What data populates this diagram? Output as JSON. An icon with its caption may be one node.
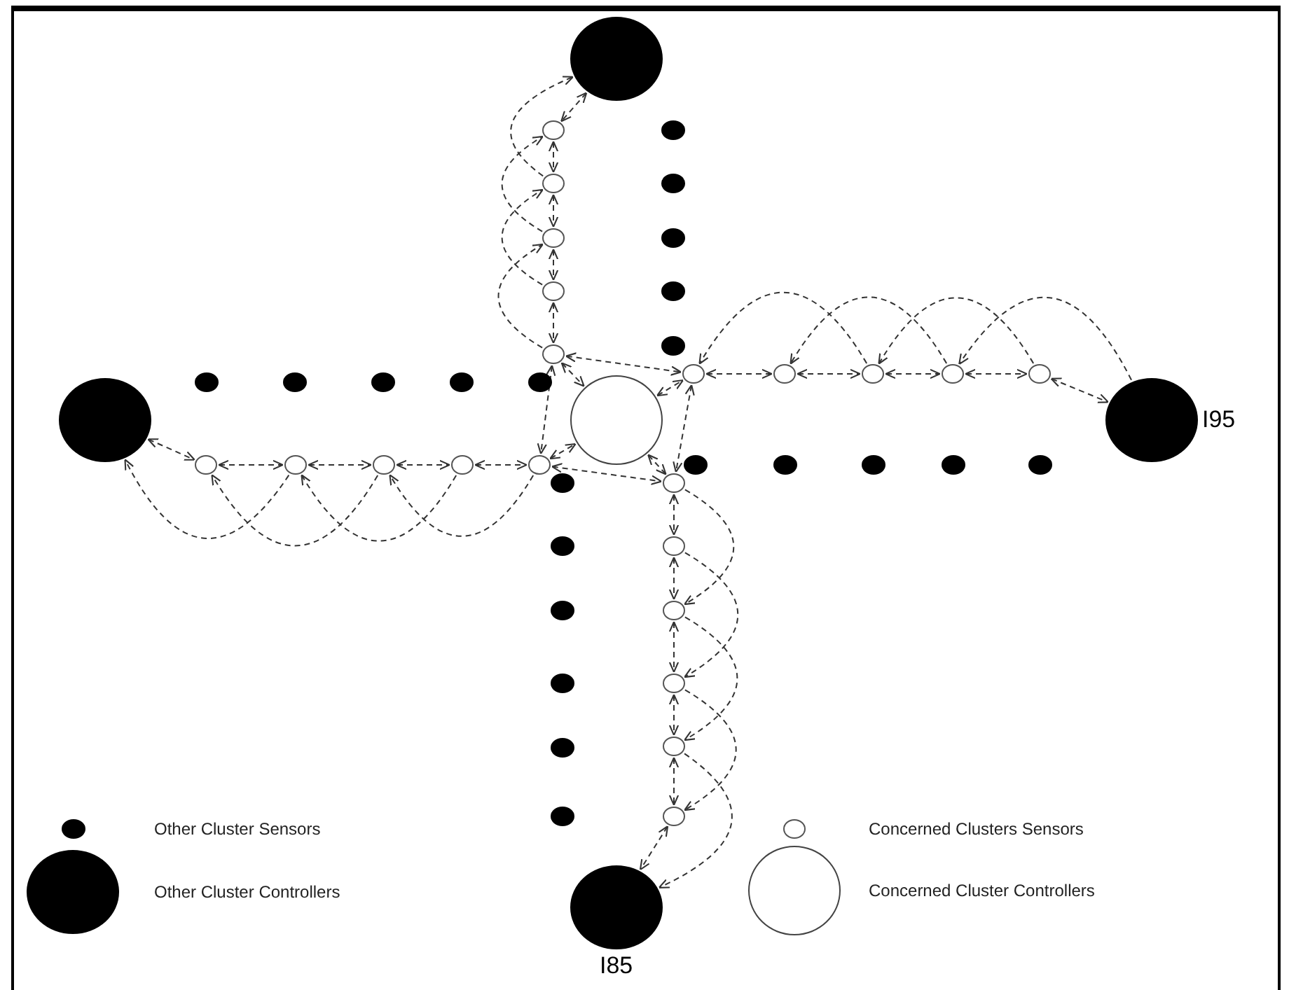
{
  "diagram": {
    "nodes": [
      {
        "text": [],
        "shape": "circle"
      },
      {
        "text": [],
        "shape": "circle"
      },
      {
        "text": [],
        "shape": "circle"
      },
      {
        "text": [],
        "shape": "circle"
      },
      {
        "text": [],
        "shape": "circle"
      },
      {
        "text": [],
        "shape": "circle"
      },
      {
        "text": [],
        "shape": "circle"
      },
      {
        "text": [],
        "shape": "circle"
      },
      {
        "text": [],
        "shape": "circle"
      },
      {
        "text": [],
        "shape": "circle"
      },
      {
        "text": [],
        "shape": "circle"
      },
      {
        "text": [],
        "shape": "circle"
      },
      {
        "text": [],
        "shape": "circle"
      },
      {
        "text": [],
        "shape": "circle"
      },
      {
        "text": [],
        "shape": "circle"
      },
      {
        "text": [],
        "shape": "circle"
      },
      {
        "text": [],
        "shape": "circle"
      },
      {
        "text": [],
        "shape": "circle"
      },
      {
        "text": [],
        "shape": "circle"
      },
      {
        "text": [],
        "shape": "circle"
      },
      {
        "text": [],
        "shape": "circle"
      },
      {
        "text": [],
        "shape": "circle"
      },
      {
        "text": [],
        "shape": "circle"
      },
      {
        "text": [],
        "shape": "circle",
        "beside": [
          "I95"
        ]
      },
      {
        "text": [],
        "shape": "circle"
      },
      {
        "text": [],
        "shape": "circle"
      },
      {
        "text": [],
        "shape": "circle"
      },
      {
        "text": [],
        "shape": "circle"
      },
      {
        "text": [],
        "shape": "circle"
      },
      {
        "text": [],
        "shape": "circle"
      },
      {
        "text": [],
        "shape": "circle"
      },
      {
        "text": [],
        "shape": "circle"
      },
      {
        "text": [],
        "shape": "circle"
      },
      {
        "text": [],
        "shape": "circle"
      },
      {
        "text": [],
        "shape": "circle"
      },
      {
        "text": [],
        "shape": "circle"
      },
      {
        "text": [],
        "shape": "circle"
      },
      {
        "text": [],
        "shape": "circle"
      },
      {
        "text": [],
        "shape": "circle"
      },
      {
        "text": [],
        "shape": "circle"
      },
      {
        "text": [],
        "shape": "circle"
      },
      {
        "text": [],
        "shape": "circle"
      },
      {
        "text": [],
        "shape": "circle"
      },
      {
        "text": [],
        "shape": "circle"
      },
      {
        "text": [],
        "shape": "circle"
      },
      {
        "text": [],
        "shape": "circle"
      },
      {
        "text": [],
        "shape": "circle",
        "beside": [
          "I85"
        ]
      }
    ],
    "edges": [
      {
        "from": 0,
        "to": 1,
        "arrow": "both"
      },
      {
        "from": 1,
        "to": 2,
        "arrow": "both"
      },
      {
        "from": 2,
        "to": 3,
        "arrow": "both"
      },
      {
        "from": 3,
        "to": 4,
        "arrow": "both"
      },
      {
        "from": 4,
        "to": 5,
        "arrow": "both"
      },
      {
        "from": 5,
        "to": 17,
        "arrow": "both"
      },
      {
        "from": 2,
        "to": 0,
        "arrow": "to"
      },
      {
        "from": 3,
        "to": 1,
        "arrow": "to"
      },
      {
        "from": 4,
        "to": 2,
        "arrow": "to"
      },
      {
        "from": 5,
        "to": 3,
        "arrow": "to"
      },
      {
        "from": 11,
        "to": 24,
        "arrow": "both"
      },
      {
        "from": 24,
        "to": 25,
        "arrow": "both"
      },
      {
        "from": 25,
        "to": 26,
        "arrow": "both"
      },
      {
        "from": 26,
        "to": 27,
        "arrow": "both"
      },
      {
        "from": 27,
        "to": 28,
        "arrow": "both"
      },
      {
        "from": 28,
        "to": 17,
        "arrow": "both"
      },
      {
        "from": 25,
        "to": 11,
        "arrow": "to"
      },
      {
        "from": 26,
        "to": 24,
        "arrow": "to"
      },
      {
        "from": 27,
        "to": 25,
        "arrow": "to"
      },
      {
        "from": 28,
        "to": 26,
        "arrow": "to"
      },
      {
        "from": 17,
        "to": 18,
        "arrow": "both"
      },
      {
        "from": 18,
        "to": 19,
        "arrow": "both"
      },
      {
        "from": 19,
        "to": 20,
        "arrow": "both"
      },
      {
        "from": 20,
        "to": 21,
        "arrow": "both"
      },
      {
        "from": 21,
        "to": 22,
        "arrow": "both"
      },
      {
        "from": 22,
        "to": 23,
        "arrow": "both"
      },
      {
        "from": 23,
        "to": 21,
        "arrow": "to"
      },
      {
        "from": 22,
        "to": 20,
        "arrow": "to"
      },
      {
        "from": 21,
        "to": 19,
        "arrow": "to"
      },
      {
        "from": 20,
        "to": 18,
        "arrow": "to"
      },
      {
        "from": 17,
        "to": 40,
        "arrow": "both"
      },
      {
        "from": 40,
        "to": 41,
        "arrow": "both"
      },
      {
        "from": 41,
        "to": 42,
        "arrow": "both"
      },
      {
        "from": 42,
        "to": 43,
        "arrow": "both"
      },
      {
        "from": 43,
        "to": 44,
        "arrow": "both"
      },
      {
        "from": 44,
        "to": 45,
        "arrow": "both"
      },
      {
        "from": 45,
        "to": 46,
        "arrow": "both"
      },
      {
        "from": 40,
        "to": 42,
        "arrow": "to"
      },
      {
        "from": 41,
        "to": 43,
        "arrow": "to"
      },
      {
        "from": 42,
        "to": 44,
        "arrow": "to"
      },
      {
        "from": 43,
        "to": 45,
        "arrow": "to"
      },
      {
        "from": 44,
        "to": 46,
        "arrow": "to"
      },
      {
        "from": 5,
        "to": 18,
        "arrow": "both"
      },
      {
        "from": 5,
        "to": 28,
        "arrow": "both"
      },
      {
        "from": 28,
        "to": 40,
        "arrow": "both"
      },
      {
        "from": 18,
        "to": 40,
        "arrow": "both"
      }
    ],
    "legend": [
      {
        "text": "Other Cluster Sensors"
      },
      {
        "text": "Other Cluster Controllers"
      },
      {
        "text": "Concerned Clusters Sensors"
      },
      {
        "text": "Concerned Cluster Controllers"
      }
    ]
  }
}
